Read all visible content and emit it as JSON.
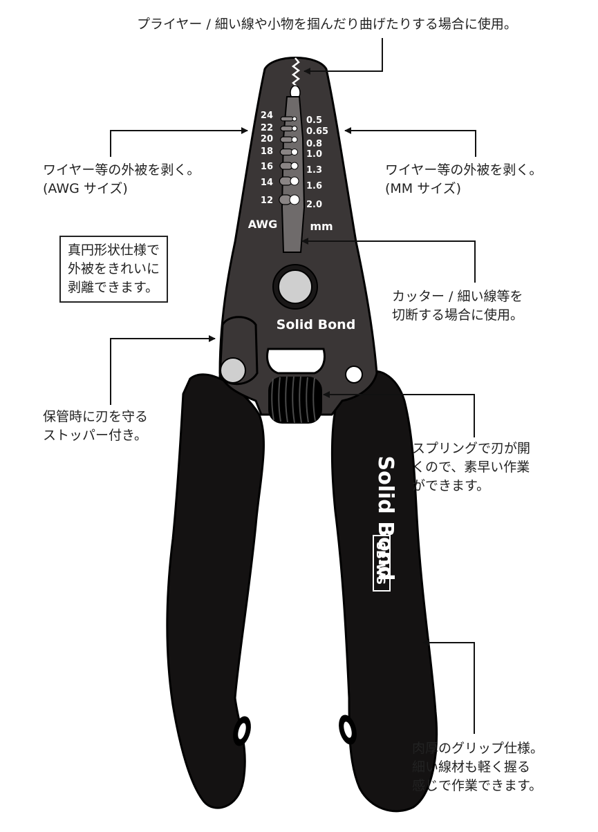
{
  "callouts": {
    "pliers": "プライヤー / 細い線や小物を掴んだり曲げたりする場合に使用。",
    "awg": "ワイヤー等の外被を剥く。\n(AWG サイズ)",
    "mm": "ワイヤー等の外被を剥く。\n(MM サイズ)",
    "round_spec": "真円形状仕様で\n外被をきれいに\n剥離できます。",
    "cutter": "カッター / 細い線等を\n切断する場合に使用。",
    "stopper": "保管時に刃を守る\nストッパー付き。",
    "spring": "スプリングで刃が開\nくので、素早い作業\nができます。",
    "grip": "肉厚のグリップ仕様。\n細い線材も軽く握る\n感じで作業できます。"
  },
  "tool": {
    "awg_sizes": [
      "24",
      "22",
      "20",
      "18",
      "16",
      "14",
      "12"
    ],
    "mm_sizes": [
      "0.5",
      "0.65",
      "0.8",
      "1.0",
      "1.3",
      "1.6",
      "2.0"
    ],
    "awg_label": "AWG",
    "mm_label": "mm",
    "brand_head": "Solid Bond",
    "brand_handle": "Solid Bond",
    "model": "SB-WS"
  },
  "colors": {
    "body": "#3a3636",
    "grip": "#141212",
    "outline": "#000000",
    "pin": "#cfcfcf",
    "text_light": "#ffffff"
  }
}
